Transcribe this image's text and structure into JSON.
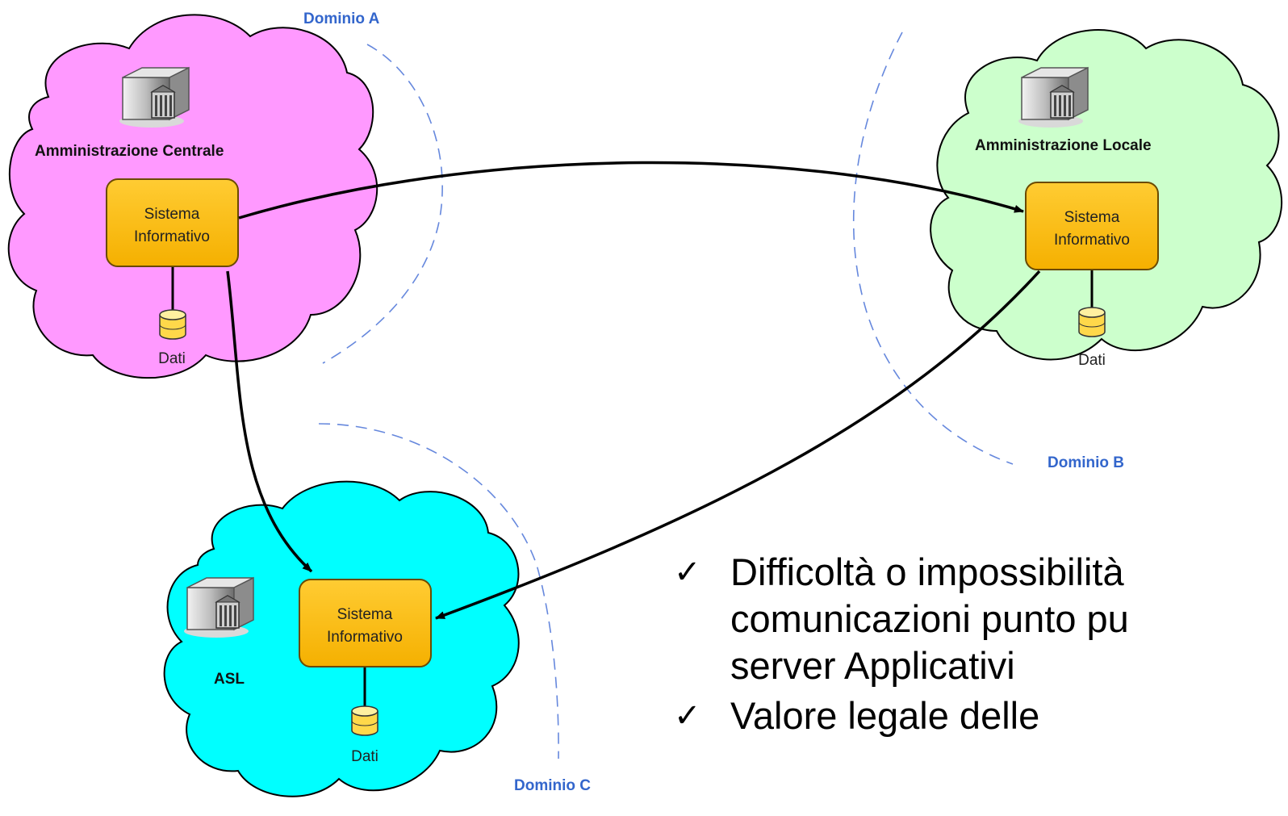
{
  "colors": {
    "cloud_a": "#ff99ff",
    "cloud_b": "#ccffcc",
    "cloud_c": "#00ffff",
    "system_box": "#ffc000",
    "system_box_stroke": "#6b4a00",
    "domain_label": "#3366cc",
    "boundary": "#6688dd",
    "db_fill": "#ffe066"
  },
  "domains": {
    "a": {
      "label": "Dominio A"
    },
    "b": {
      "label": "Dominio B"
    },
    "c": {
      "label": "Dominio C"
    }
  },
  "nodes": {
    "central": {
      "title": "Amministrazione Centrale",
      "system_line1": "Sistema",
      "system_line2": "Informativo",
      "data_label": "Dati",
      "icon": "building-icon"
    },
    "local": {
      "title": "Amministrazione Locale",
      "system_line1": "Sistema",
      "system_line2": "Informativo",
      "data_label": "Dati",
      "icon": "building-icon"
    },
    "asl": {
      "title": "ASL",
      "system_line1": "Sistema",
      "system_line2": "Informativo",
      "data_label": "Dati",
      "icon": "building-icon"
    }
  },
  "bullets": [
    {
      "icon": "checkmark-icon",
      "text": "Difficoltà o impossibilità",
      "cont1": "comunicazioni punto pu",
      "cont2": "server Applicativi"
    },
    {
      "icon": "checkmark-icon",
      "text": "Valore legale delle"
    }
  ],
  "bullet_glyph": "✓"
}
